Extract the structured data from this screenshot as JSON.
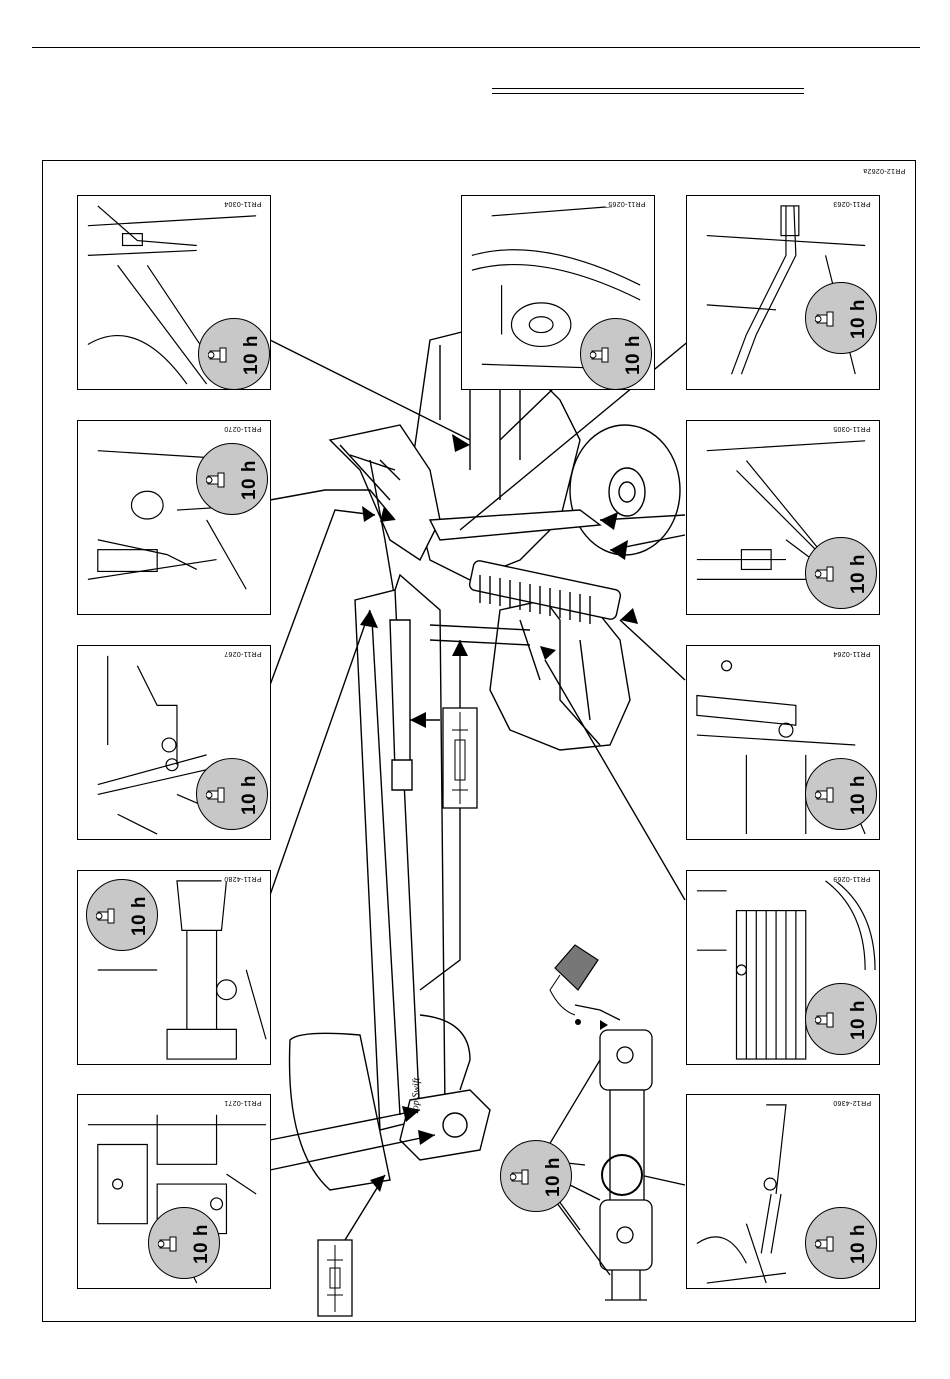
{
  "frame": {
    "code": "PR12-0262a"
  },
  "panels": [
    {
      "id": "p0304",
      "code": "PR11-0304",
      "badge": "10 h"
    },
    {
      "id": "p0265",
      "code": "PR11-0265",
      "badge": "10 h"
    },
    {
      "id": "p0263",
      "code": "PR11-0263",
      "badge": "10 h"
    },
    {
      "id": "p0270",
      "code": "PR11-0270",
      "badge": "10 h"
    },
    {
      "id": "p0305",
      "code": "PR11-0305",
      "badge": "10 h"
    },
    {
      "id": "p0267",
      "code": "PR11-0267",
      "badge": "10 h"
    },
    {
      "id": "p0264",
      "code": "PR11-0264",
      "badge": "10 h"
    },
    {
      "id": "p4280",
      "code": "PR11-4280",
      "badge": "10 h"
    },
    {
      "id": "p0269",
      "code": "PR11-0269",
      "badge": "10 h"
    },
    {
      "id": "p0271",
      "code": "PR11-0271",
      "badge": "10 h"
    },
    {
      "id": "p4360",
      "code": "PR12-4360",
      "badge": "10 h"
    }
  ],
  "shaft_badge": "10 h",
  "boom_label": "Top Swift",
  "icons": [
    "grease-nipple-icon",
    "oil-can-icon",
    "pto-shaft-icon"
  ],
  "colors": {
    "badge_fill": "#c8c8c8",
    "line": "#000000"
  }
}
